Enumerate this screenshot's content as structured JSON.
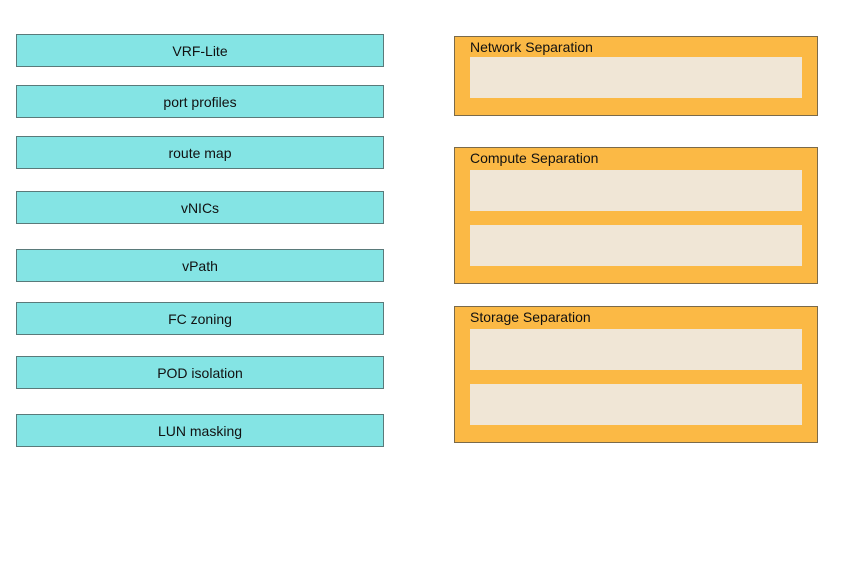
{
  "items": [
    {
      "label": "VRF-Lite"
    },
    {
      "label": "port profiles"
    },
    {
      "label": "route map"
    },
    {
      "label": "vNICs"
    },
    {
      "label": "vPath"
    },
    {
      "label": "FC zoning"
    },
    {
      "label": "POD isolation"
    },
    {
      "label": "LUN masking"
    }
  ],
  "groups": [
    {
      "title": "Network Separation",
      "slots": 1
    },
    {
      "title": "Compute Separation",
      "slots": 2
    },
    {
      "title": "Storage Separation",
      "slots": 2
    }
  ],
  "colors": {
    "item_fill": "#84e4e4",
    "group_fill": "#fbb945",
    "slot_fill": "#f0e6d6"
  }
}
